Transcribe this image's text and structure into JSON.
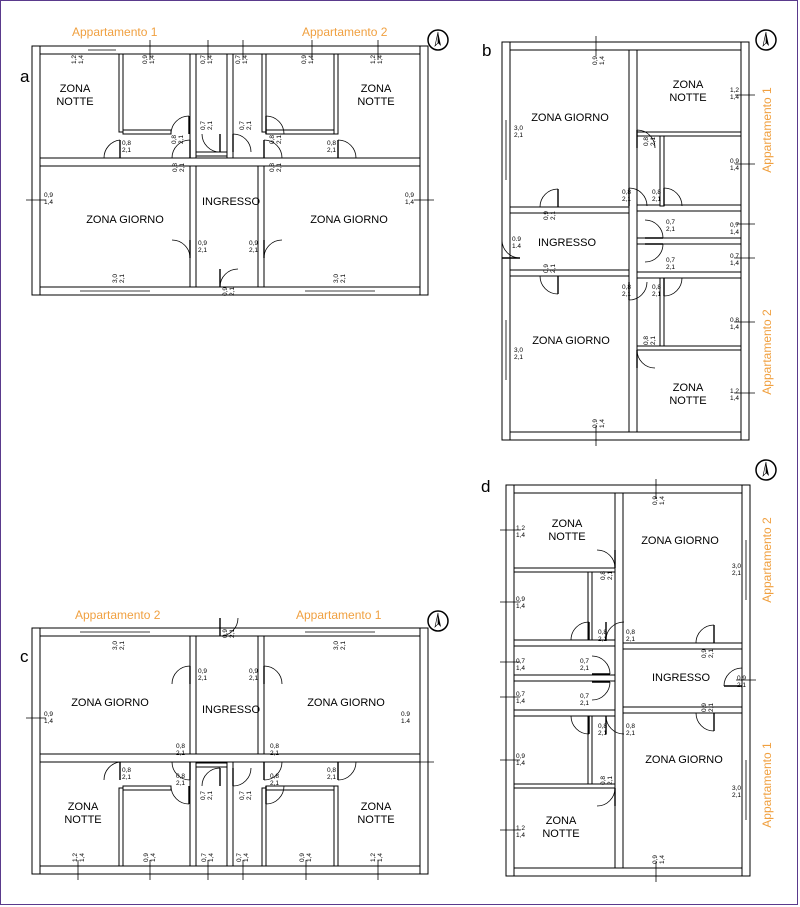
{
  "plans": {
    "a": {
      "letter": "a",
      "apartments": [
        "Appartamento 1",
        "Appartamento 2"
      ],
      "rooms": {
        "nightLeft": "ZONA\nNOTTE",
        "nightRight": "ZONA\nNOTTE",
        "dayLeft": "ZONA GIORNO",
        "dayRight": "ZONA GIORNO",
        "entrance": "INGRESSO"
      }
    },
    "b": {
      "letter": "b",
      "apartments": [
        "Appartamento 1",
        "Appartamento 2"
      ],
      "rooms": {
        "dayTop": "ZONA GIORNO",
        "nightTop": "ZONA\nNOTTE",
        "entrance": "INGRESSO",
        "dayBottom": "ZONA GIORNO",
        "nightBottom": "ZONA\nNOTTE"
      }
    },
    "c": {
      "letter": "c",
      "apartments": [
        "Appartamento 2",
        "Appartamento 1"
      ],
      "rooms": {
        "dayLeft": "ZONA GIORNO",
        "entrance": "INGRESSO",
        "dayRight": "ZONA GIORNO",
        "nightLeft": "ZONA\nNOTTE",
        "nightRight": "ZONA\nNOTTE"
      }
    },
    "d": {
      "letter": "d",
      "apartments": [
        "Appartamento 2",
        "Appartamento 1"
      ],
      "rooms": {
        "nightTop": "ZONA\nNOTTE",
        "dayTop": "ZONA GIORNO",
        "entrance": "INGRESSO",
        "dayBottom": "ZONA GIORNO",
        "nightBottom": "ZONA\nNOTTE"
      }
    }
  },
  "dims": {
    "w12": [
      "1,2",
      "1,4"
    ],
    "w09": [
      "0,9",
      "1,4"
    ],
    "w07": [
      "0,7",
      "1,4"
    ],
    "w30": [
      "3,0",
      "2,1"
    ],
    "d09": [
      "0,9",
      "2,1"
    ],
    "d08": [
      "0,8",
      "2,1"
    ],
    "d07": [
      "0,7",
      "2,1"
    ],
    "w09dot": [
      "0.9",
      "1.4"
    ]
  },
  "colors": {
    "apartmentLabel": "#f0a040",
    "frame": "#5a3a8c"
  }
}
